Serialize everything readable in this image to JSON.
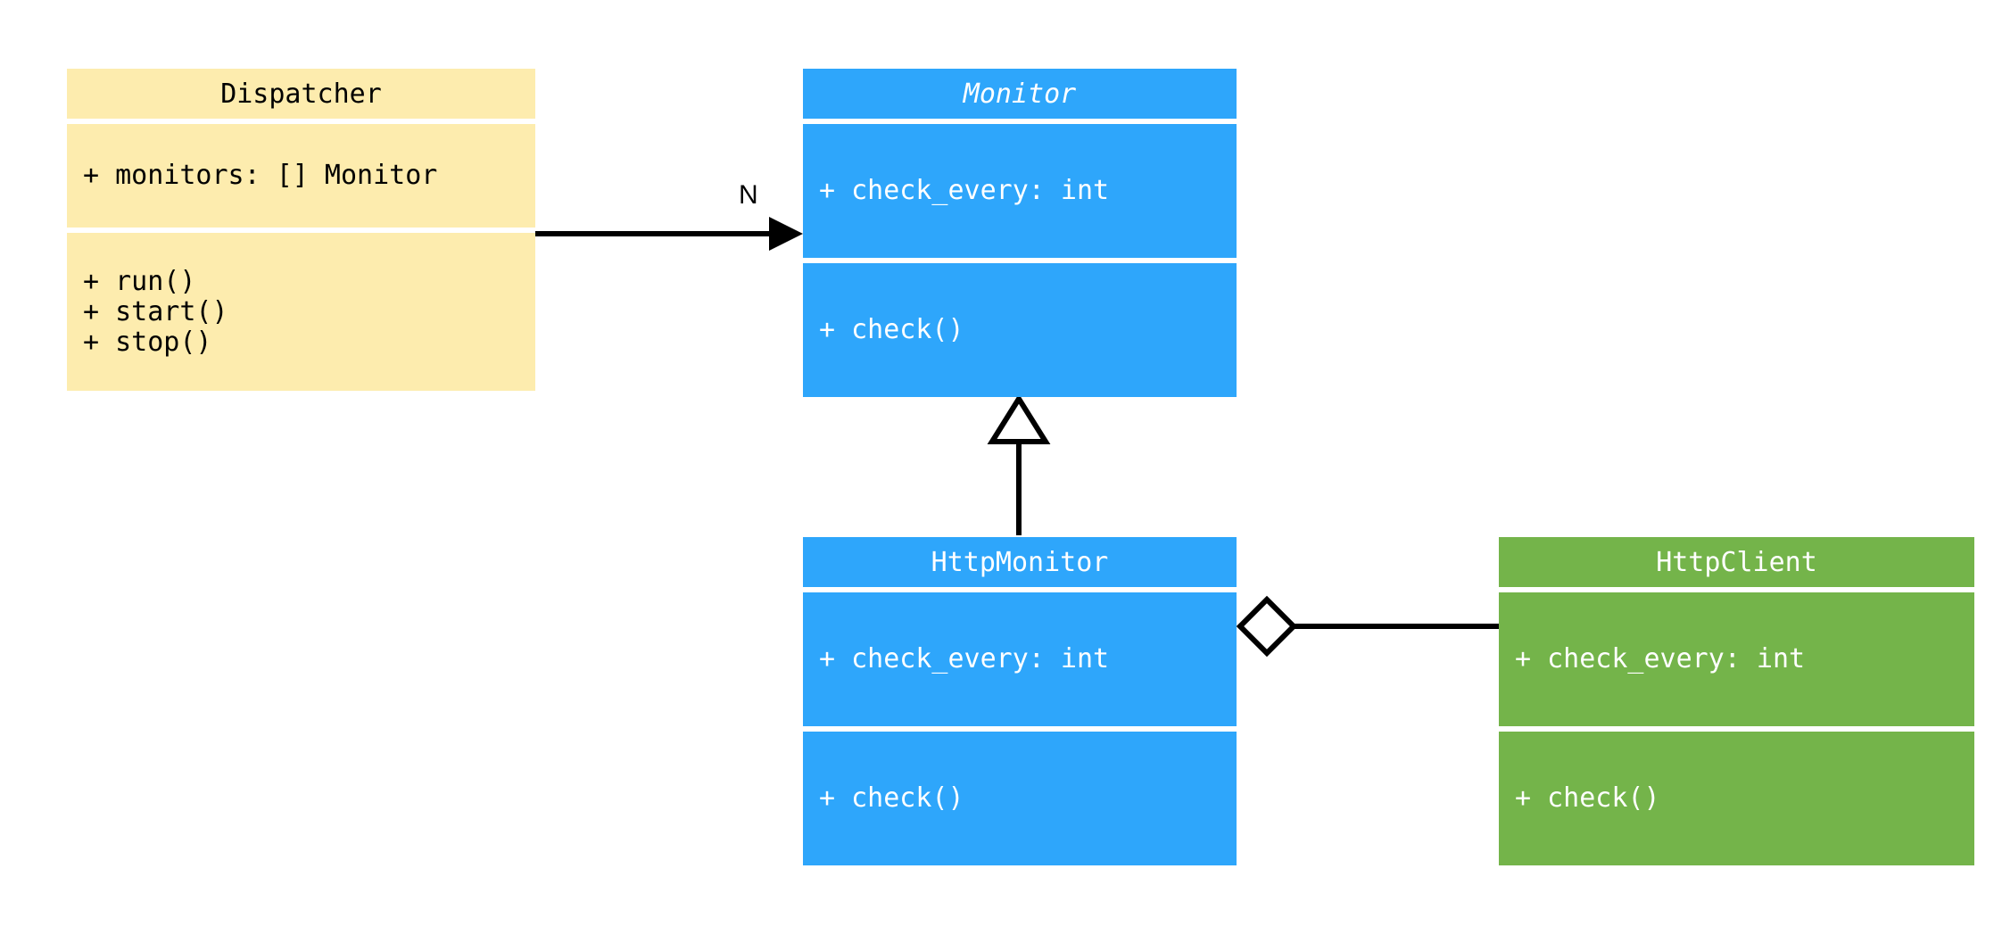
{
  "diagram": {
    "type": "uml-class-diagram",
    "background": "#ffffff",
    "colors": {
      "dispatcher_fill": "#fdecae",
      "monitor_fill": "#2ea6fb",
      "http_monitor_fill": "#2ea6fb",
      "http_client_fill": "#74b44a",
      "line": "#000000",
      "dark_text": "#000000",
      "light_text": "#ffffff"
    }
  },
  "classes": {
    "dispatcher": {
      "name": "Dispatcher",
      "abstract": false,
      "attributes": [
        "+ monitors: [] Monitor"
      ],
      "methods": [
        "+ run()",
        "+ start()",
        "+ stop()"
      ]
    },
    "monitor": {
      "name": "Monitor",
      "abstract": true,
      "attributes": [
        "+ check_every: int"
      ],
      "methods": [
        "+ check()"
      ]
    },
    "http_monitor": {
      "name": "HttpMonitor",
      "abstract": false,
      "attributes": [
        "+ check_every: int"
      ],
      "methods": [
        "+ check()"
      ]
    },
    "http_client": {
      "name": "HttpClient",
      "abstract": false,
      "attributes": [
        "+ check_every: int"
      ],
      "methods": [
        "+ check()"
      ]
    }
  },
  "relationships": {
    "dispatcher_to_monitor": {
      "kind": "directed-association",
      "from": "Dispatcher",
      "to": "Monitor",
      "multiplicity_label": "N",
      "arrowhead": "filled-triangle"
    },
    "http_monitor_to_monitor": {
      "kind": "generalization",
      "from": "HttpMonitor",
      "to": "Monitor",
      "multiplicity_label": "",
      "arrowhead": "hollow-triangle"
    },
    "http_monitor_to_http_client": {
      "kind": "aggregation",
      "from": "HttpMonitor",
      "to": "HttpClient",
      "multiplicity_label": "",
      "arrowhead": "hollow-diamond"
    }
  }
}
